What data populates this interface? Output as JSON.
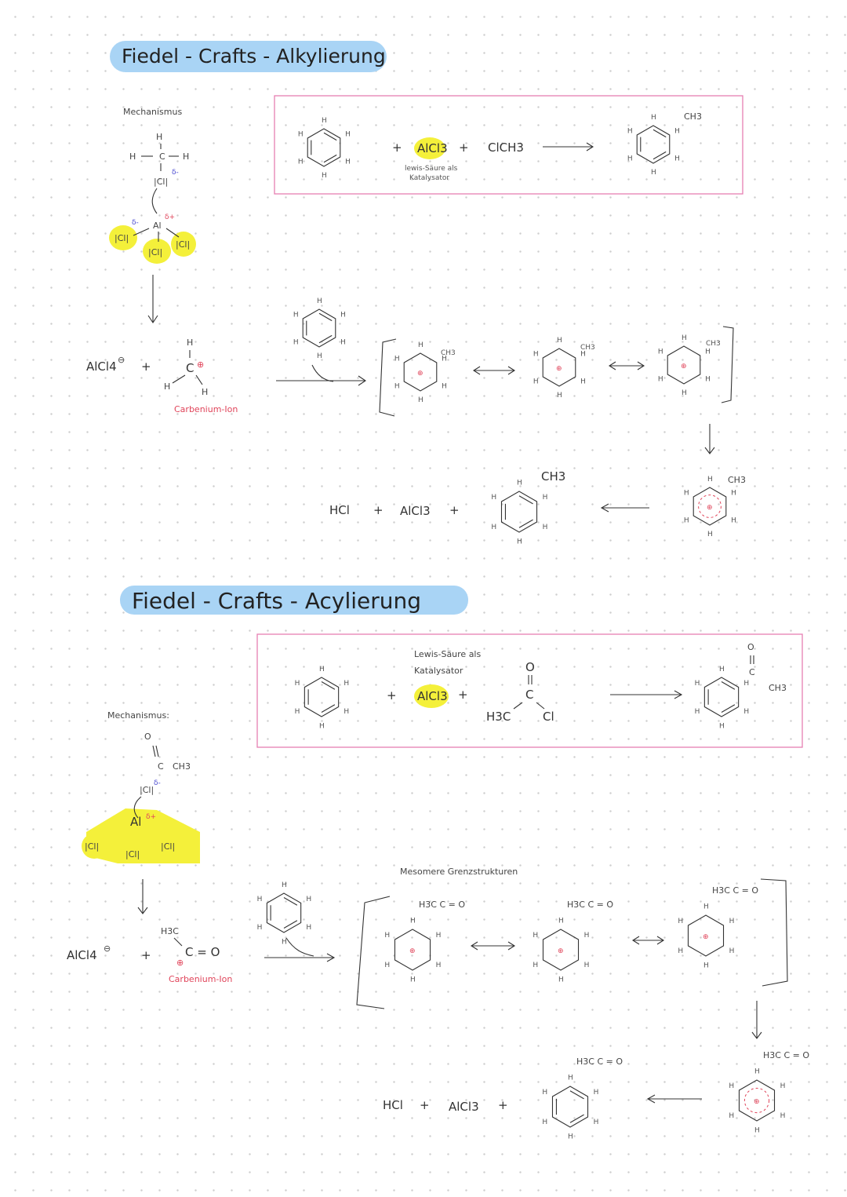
{
  "colors": {
    "title_pill": "#a9d4f5",
    "box_border": "#e67fb2",
    "highlight": "#f4f03a",
    "red": "#e0445a",
    "blue": "#4a4ad0"
  },
  "atom_h": "H",
  "alkylation": {
    "title": "Fiedel - Crafts - Alkylierung",
    "mechanism_label": "Mechanismus",
    "overall": {
      "plus1": "+",
      "catalyst": "AlCl3",
      "plus2": "+",
      "reagent": "ClCH3",
      "catalyst_note_1": "lewis-Säure als",
      "catalyst_note_2": "Katalysator",
      "product_group": "CH3"
    },
    "reagent_struct": {
      "c": "C",
      "cl": "|Cl|",
      "delta_minus": "δ-"
    },
    "alcl3_struct": {
      "al": "Al",
      "cl": "|Cl|",
      "delta_plus": "δ+",
      "delta_minus": "δ-"
    },
    "step": {
      "alcl4": "AlCl4",
      "alcl4_charge": "⊖",
      "plus": "+",
      "carbenium_c": "C",
      "carbenium_charge": "⊕",
      "carbenium_label": "Carbenium-Ion",
      "ch3": "CH3"
    },
    "final": {
      "hcl": "HCl",
      "plus1": "+",
      "alcl3": "AlCl3",
      "plus2": "+",
      "ch3": "CH3"
    }
  },
  "acylation": {
    "title": "Fiedel -  Crafts -  Acylierung",
    "mechanism_label": "Mechanismus:",
    "overall": {
      "plus1": "+",
      "catalyst_note_1": "Lewis-Säure als",
      "catalyst_note_2": "Katalysator",
      "catalyst": "AlCl3",
      "plus2": "+",
      "o": "O",
      "c": "C",
      "h3c": "H3C",
      "cl": "Cl",
      "product_c": "C",
      "product_o": "O",
      "product_ch3": "CH3"
    },
    "reagent_struct": {
      "o": "O",
      "c": "C",
      "ch3": "CH3",
      "cl": "|Cl|",
      "delta_minus": "δ-"
    },
    "alcl3_struct": {
      "al": "Al",
      "cl": "|Cl|",
      "delta_plus": "δ+"
    },
    "step": {
      "alcl4": "AlCl4",
      "alcl4_charge": "⊖",
      "plus": "+",
      "h3c": "H3C",
      "acylium": "C = O",
      "charge": "⊕",
      "carbenium_label": "Carbenium-Ion"
    },
    "mesomer_label": "Mesomere Grenzstrukturen",
    "acyl_group": "H3C",
    "acyl_co": "C = O",
    "final": {
      "hcl": "HCl",
      "plus1": "+",
      "alcl3": "AlCl3",
      "plus2": "+"
    }
  }
}
